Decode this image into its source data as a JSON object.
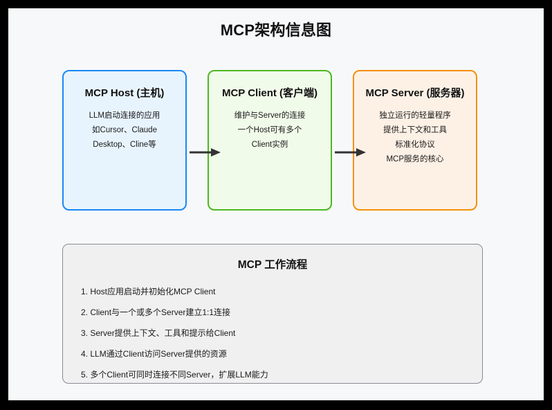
{
  "page": {
    "title": "MCP架构信息图",
    "background_color": "#f7f8fa",
    "frame_color": "#000000"
  },
  "components": [
    {
      "id": "host",
      "title": "MCP Host (主机)",
      "border_color": "#1a88f5",
      "background_color": "#e8f4fd",
      "lines": [
        "LLM启动连接的应用",
        "如Cursor、Claude",
        "Desktop、Cline等"
      ]
    },
    {
      "id": "client",
      "title": "MCP Client (客户端)",
      "border_color": "#4cb820",
      "background_color": "#f1fbea",
      "lines": [
        "维护与Server的连接",
        "一个Host可有多个",
        "Client实例"
      ]
    },
    {
      "id": "server",
      "title": "MCP Server (服务器)",
      "border_color": "#f5900a",
      "background_color": "#fdf1e6",
      "lines": [
        "独立运行的轻量程序",
        "提供上下文和工具",
        "标准化协议",
        "MCP服务的核心"
      ]
    }
  ],
  "connectors": [
    {
      "id": "host-to-client",
      "icon": "arrow-right-icon",
      "color": "#333333"
    },
    {
      "id": "client-to-server",
      "icon": "arrow-right-icon",
      "color": "#333333"
    }
  ],
  "workflow": {
    "title": "MCP 工作流程",
    "border_color": "#888b90",
    "background_color": "#f0f0f1",
    "steps": [
      "1. Host应用启动并初始化MCP Client",
      "2. Client与一个或多个Server建立1:1连接",
      "3. Server提供上下文、工具和提示给Client",
      "4. LLM通过Client访问Server提供的资源",
      "5. 多个Client可同时连接不同Server，扩展LLM能力"
    ]
  }
}
